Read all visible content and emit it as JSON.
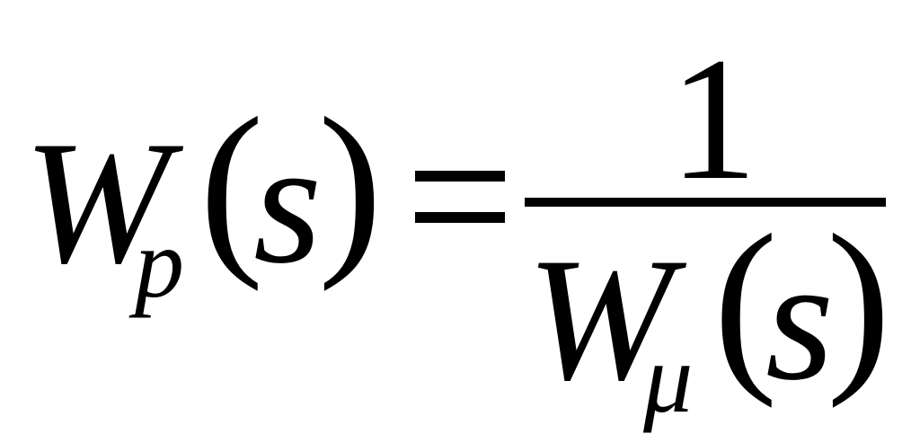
{
  "equation": {
    "lhs": {
      "symbol": "W",
      "subscript": "p",
      "open_paren": "(",
      "argument": "s",
      "close_paren": ")"
    },
    "equals": "=",
    "rhs": {
      "numerator": "1",
      "denominator": {
        "symbol": "W",
        "subscript": "μ",
        "open_paren": "(",
        "argument": "s",
        "close_paren": ")"
      }
    }
  }
}
